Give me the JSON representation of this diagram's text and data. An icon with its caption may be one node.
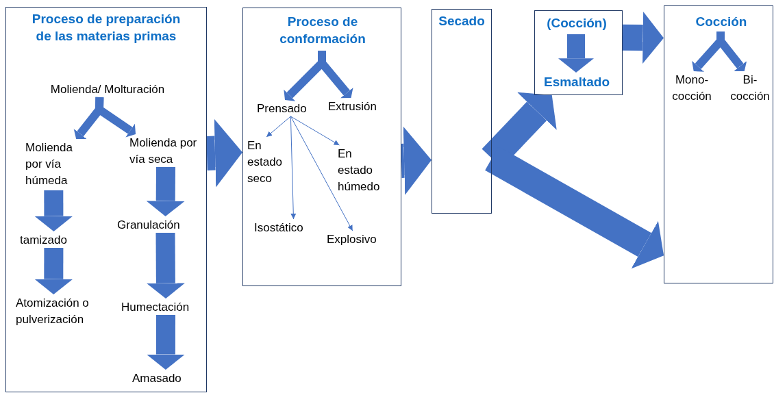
{
  "diagram": {
    "nodes": [
      {
        "text": [
          "Proceso de preparación de las materias primas"
        ]
      },
      {
        "text": [
          "Molienda/ Molturación"
        ],
        "in": 0
      },
      {
        "text": [
          "Molienda por vía húmeda"
        ],
        "in": 0
      },
      {
        "text": [
          "Molienda por vía seca"
        ],
        "in": 0
      },
      {
        "text": [
          "tamizado"
        ],
        "in": 0
      },
      {
        "text": [
          "Granulación"
        ],
        "in": 0
      },
      {
        "text": [
          "Atomización o pulverización"
        ],
        "in": 0
      },
      {
        "text": [
          "Humectación"
        ],
        "in": 0
      },
      {
        "text": [
          "Amasado"
        ],
        "in": 0
      },
      {
        "text": [],
        "shape": "box"
      },
      {
        "text": [
          "Proceso de conformación"
        ],
        "in": 9
      },
      {
        "text": [
          "Prensado"
        ],
        "in": 9
      },
      {
        "text": [
          "Extrusión"
        ],
        "in": 9
      },
      {
        "text": [
          "En estado seco"
        ],
        "in": 9
      },
      {
        "text": [
          "En estado húmedo"
        ],
        "in": 9
      },
      {
        "text": [
          "Isostático"
        ],
        "in": 9
      },
      {
        "text": [
          "Explosivo"
        ],
        "in": 9
      },
      {
        "text": [
          "Secado"
        ]
      },
      {
        "text": [],
        "shape": "box"
      },
      {
        "text": [
          "(Cocción)"
        ],
        "in": 18
      },
      {
        "text": [
          "Esmaltado"
        ],
        "in": 18
      },
      {
        "text": [],
        "shape": "box"
      },
      {
        "text": [
          "Cocción"
        ],
        "in": 21
      },
      {
        "text": [
          "Mono- cocción"
        ],
        "in": 21
      },
      {
        "text": [
          "Bi- cocción"
        ],
        "in": 21
      }
    ],
    "edges": [
      {
        "from": 1,
        "to": 2,
        "arrow": "to"
      },
      {
        "from": 1,
        "to": 3,
        "arrow": "to"
      },
      {
        "from": 2,
        "to": 4,
        "arrow": "to"
      },
      {
        "from": 4,
        "to": 6,
        "arrow": "to"
      },
      {
        "from": 3,
        "to": 5,
        "arrow": "to"
      },
      {
        "from": 5,
        "to": 7,
        "arrow": "to"
      },
      {
        "from": 7,
        "to": 8,
        "arrow": "to"
      },
      {
        "from": 0,
        "to": 9,
        "arrow": "to",
        "style": "thick"
      },
      {
        "from": 10,
        "to": 11,
        "arrow": "to"
      },
      {
        "from": 10,
        "to": 12,
        "arrow": "to"
      },
      {
        "from": 11,
        "to": 13,
        "arrow": "to"
      },
      {
        "from": 11,
        "to": 14,
        "arrow": "to"
      },
      {
        "from": 11,
        "to": 15,
        "arrow": "to"
      },
      {
        "from": 11,
        "to": 16,
        "arrow": "to"
      },
      {
        "from": 9,
        "to": 17,
        "arrow": "to",
        "style": "thick"
      },
      {
        "from": 17,
        "to": 18,
        "arrow": "to"
      },
      {
        "from": 17,
        "to": 21,
        "arrow": "to"
      },
      {
        "from": 19,
        "to": 20,
        "arrow": "to"
      },
      {
        "from": 18,
        "to": 21,
        "arrow": "to"
      },
      {
        "from": 22,
        "to": 23,
        "arrow": "to"
      },
      {
        "from": 22,
        "to": 24,
        "arrow": "to"
      }
    ]
  }
}
